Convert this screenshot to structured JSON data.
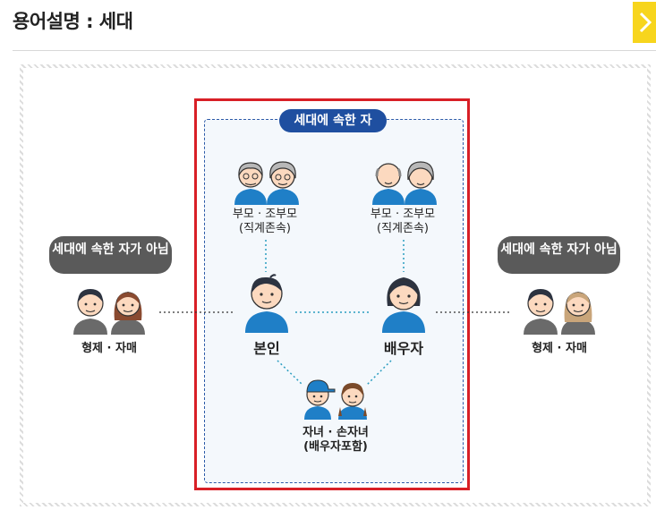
{
  "header": {
    "title": "용어설명 : 세대"
  },
  "household_badge": "세대에 속한 자",
  "non_household_pill": "세대에 속한 자가 아님",
  "nodes": {
    "parents_left": {
      "line1": "부모 · 조부모",
      "line2": "(직계존속)"
    },
    "parents_right": {
      "line1": "부모 · 조부모",
      "line2": "(직계존속)"
    },
    "self": "본인",
    "spouse": "배우자",
    "children": {
      "line1": "자녀 · 손자녀",
      "line2": "(배우자포함)"
    },
    "siblings_left": "형제 · 자매",
    "siblings_right": "형제 · 자매"
  },
  "colors": {
    "accent_red": "#d81f26",
    "badge_blue": "#1f4fa0",
    "close_yellow": "#f7d51d",
    "pill_gray": "#5a5a5a"
  },
  "icons": [
    "close-chevron-icon"
  ]
}
